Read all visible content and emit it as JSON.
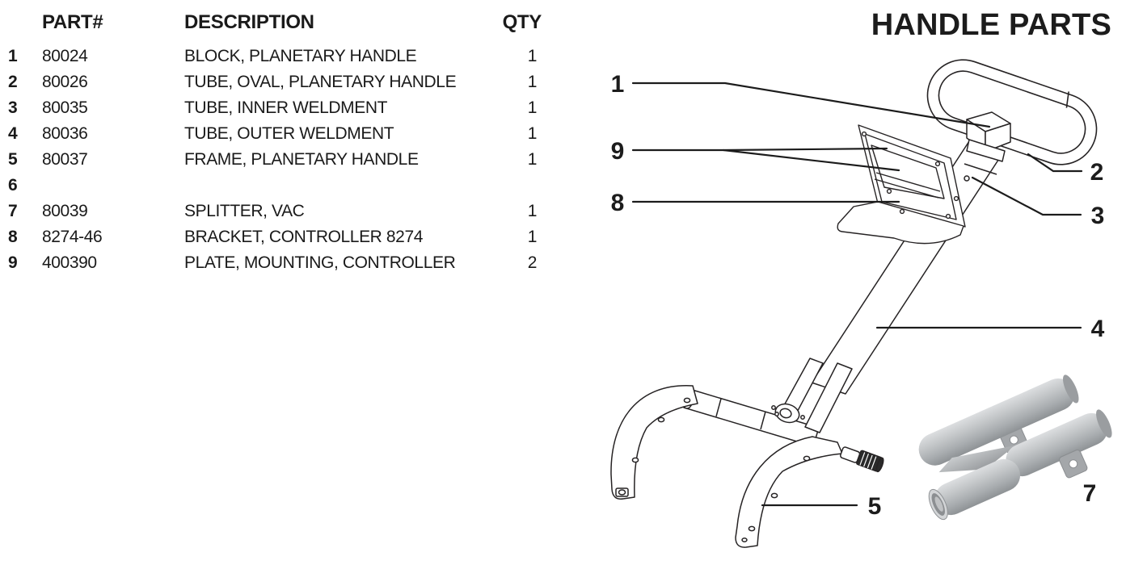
{
  "title": "HANDLE PARTS",
  "table": {
    "headers": {
      "part": "PART#",
      "description": "DESCRIPTION",
      "qty": "QTY"
    },
    "rows": [
      {
        "item": "1",
        "part": "80024",
        "description": "BLOCK, PLANETARY HANDLE",
        "qty": "1"
      },
      {
        "item": "2",
        "part": "80026",
        "description": "TUBE, OVAL, PLANETARY HANDLE",
        "qty": "1"
      },
      {
        "item": "3",
        "part": "80035",
        "description": "TUBE, INNER WELDMENT",
        "qty": "1"
      },
      {
        "item": "4",
        "part": "80036",
        "description": "TUBE, OUTER WELDMENT",
        "qty": "1"
      },
      {
        "item": "5",
        "part": "80037",
        "description": "FRAME, PLANETARY HANDLE",
        "qty": "1"
      },
      {
        "item": "6",
        "part": "",
        "description": "",
        "qty": ""
      },
      {
        "item": "7",
        "part": "80039",
        "description": "SPLITTER, VAC",
        "qty": "1"
      },
      {
        "item": "8",
        "part": "8274-46",
        "description": "BRACKET, CONTROLLER 8274",
        "qty": "1"
      },
      {
        "item": "9",
        "part": "400390",
        "description": "PLATE, MOUNTING, CONTROLLER",
        "qty": "2"
      }
    ]
  },
  "diagram": {
    "callouts": {
      "c1": "1",
      "c2": "2",
      "c3": "3",
      "c4": "4",
      "c5": "5",
      "c7": "7",
      "c8": "8",
      "c9": "9"
    },
    "colors": {
      "line": "#262324",
      "part7_gray": "#b4b7ba"
    }
  }
}
